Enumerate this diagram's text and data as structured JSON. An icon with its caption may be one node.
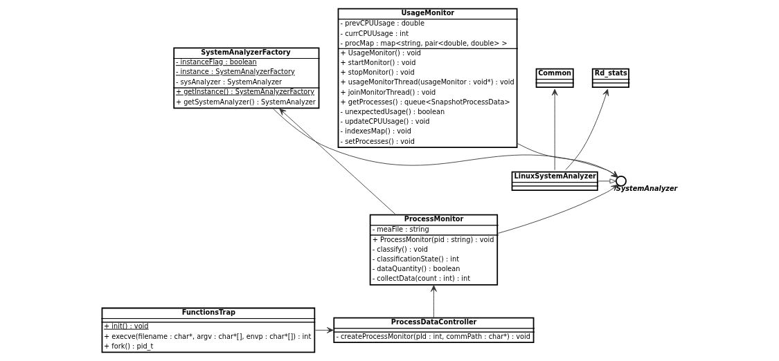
{
  "diagram": {
    "nodes": [
      {
        "text": [
          "SystemAnalyzerFactory",
          "- instanceFlag : boolean",
          "- instance : SystemAnalyzerFactory",
          "- sysAnalyzer : SystemAnalyzer",
          "+ getInstance() : SystemAnalyzerFactory",
          "+ getSystemAnalyzer() : SystemAnalyzer"
        ]
      },
      {
        "text": [
          "Common"
        ]
      },
      {
        "text": [
          "Rd_stats"
        ]
      },
      {
        "text": [
          "UsageMonitor",
          "- prevCPUUsage : double",
          "- currCPUUsage : int",
          "- procMap : map<string, pair<double, double> >",
          "+ UsageMonitor() : void",
          "+ startMonitor() : void",
          "+ stopMonitor() : void",
          "+ usageMonitorThread(usageMonitor : void*) : void",
          "+ joinMonitorThread() : void",
          "+ getProcesses() : queue<SnapshotProcessData>",
          "- unexpectedUsage() : boolean",
          "- updateCPUUsage() : void",
          "- indexesMap() : void",
          "- setProcesses() : void"
        ]
      },
      {
        "text": [
          "LinuxSystemAnalyzer"
        ]
      },
      {
        "text": [
          "ProcessMonitor",
          "- meaFile : string",
          "+ ProcessMonitor(pid : string) : void",
          "- classify() : void",
          "- classificationState() : int",
          "- dataQuantity() : boolean",
          "- collectData(count : int) : int"
        ]
      },
      {
        "text": [
          "SystemAnalyzer"
        ]
      },
      {
        "text": [
          "FunctionsTrap",
          "+ init() : void",
          "+ execve(filename : char*, argv : char*[], envp : char*[]) : int",
          "+ fork() : pid_t"
        ]
      },
      {
        "text": [
          "ProcessDataController",
          "- createProcessMonitor(pId : int, commPath : char*) : void"
        ]
      }
    ],
    "edges": [
      {
        "from": 4,
        "to": 1,
        "arrow": "to"
      },
      {
        "from": 4,
        "to": 2,
        "arrow": "to"
      },
      {
        "from": 5,
        "to": 0,
        "arrow": "to"
      },
      {
        "from": 0,
        "to": 6,
        "arrow": "to"
      },
      {
        "from": 4,
        "to": 6,
        "arrow": "to"
      },
      {
        "from": 5,
        "to": 6,
        "arrow": "to"
      },
      {
        "from": 3,
        "to": 6,
        "arrow": "to"
      },
      {
        "from": 8,
        "to": 5,
        "arrow": "to"
      },
      {
        "from": 7,
        "to": 8,
        "arrow": "to"
      }
    ]
  }
}
